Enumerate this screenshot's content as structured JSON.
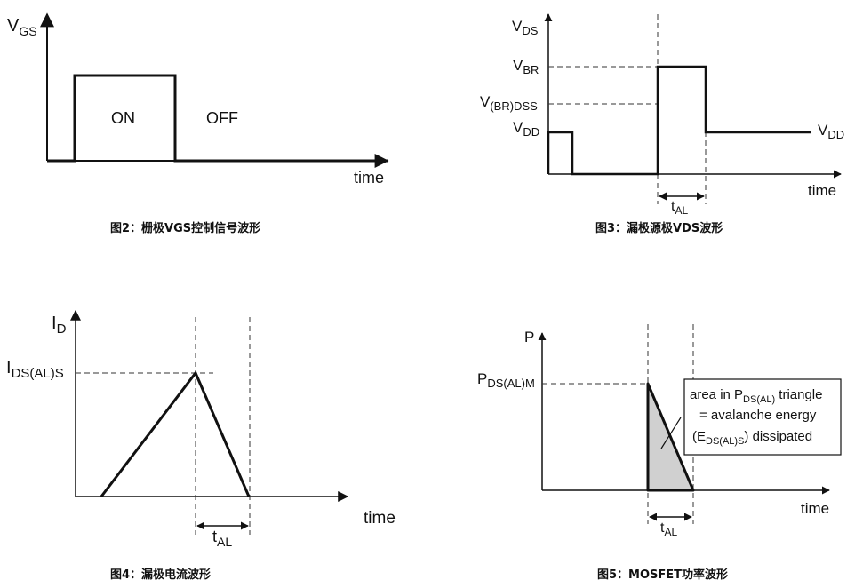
{
  "fig2": {
    "y_label_main": "V",
    "y_label_sub": "GS",
    "on_label": "ON",
    "off_label": "OFF",
    "x_label": "time",
    "caption": "图2：栅极VGS控制信号波形"
  },
  "fig3": {
    "y_label_main": "V",
    "y_label_sub": "DS",
    "vbr_main": "V",
    "vbr_sub": "BR",
    "vbrdss_main": "V",
    "vbrdss_sub": "(BR)DSS",
    "vdd_main": "V",
    "vdd_sub": "DD",
    "vdd_right_main": "V",
    "vdd_right_sub": "DD",
    "x_label": "time",
    "tal_main": "t",
    "tal_sub": "AL",
    "caption": "图3：漏极源极VDS波形"
  },
  "fig4": {
    "y_label_main": "I",
    "y_label_sub": "D",
    "ids_main": "I",
    "ids_sub": "DS(AL)S",
    "x_label": "time",
    "tal_main": "t",
    "tal_sub": "AL",
    "caption": "图4：漏极电流波形"
  },
  "fig5": {
    "y_label": "P",
    "pds_main": "P",
    "pds_sub": "DS(AL)M",
    "box_line1_pre": "area in P",
    "box_line1_sub": "DS(AL)",
    "box_line1_post": " triangle",
    "box_line2": "= avalanche energy",
    "box_line3_pre": "(E",
    "box_line3_sub": "DS(AL)S",
    "box_line3_post": ") dissipated",
    "x_label": "time",
    "tal_main": "t",
    "tal_sub": "AL",
    "caption": "图5：MOSFET功率波形"
  },
  "colors": {
    "line": "#111111",
    "dash": "#333333",
    "fill": "#d0d0d0"
  }
}
